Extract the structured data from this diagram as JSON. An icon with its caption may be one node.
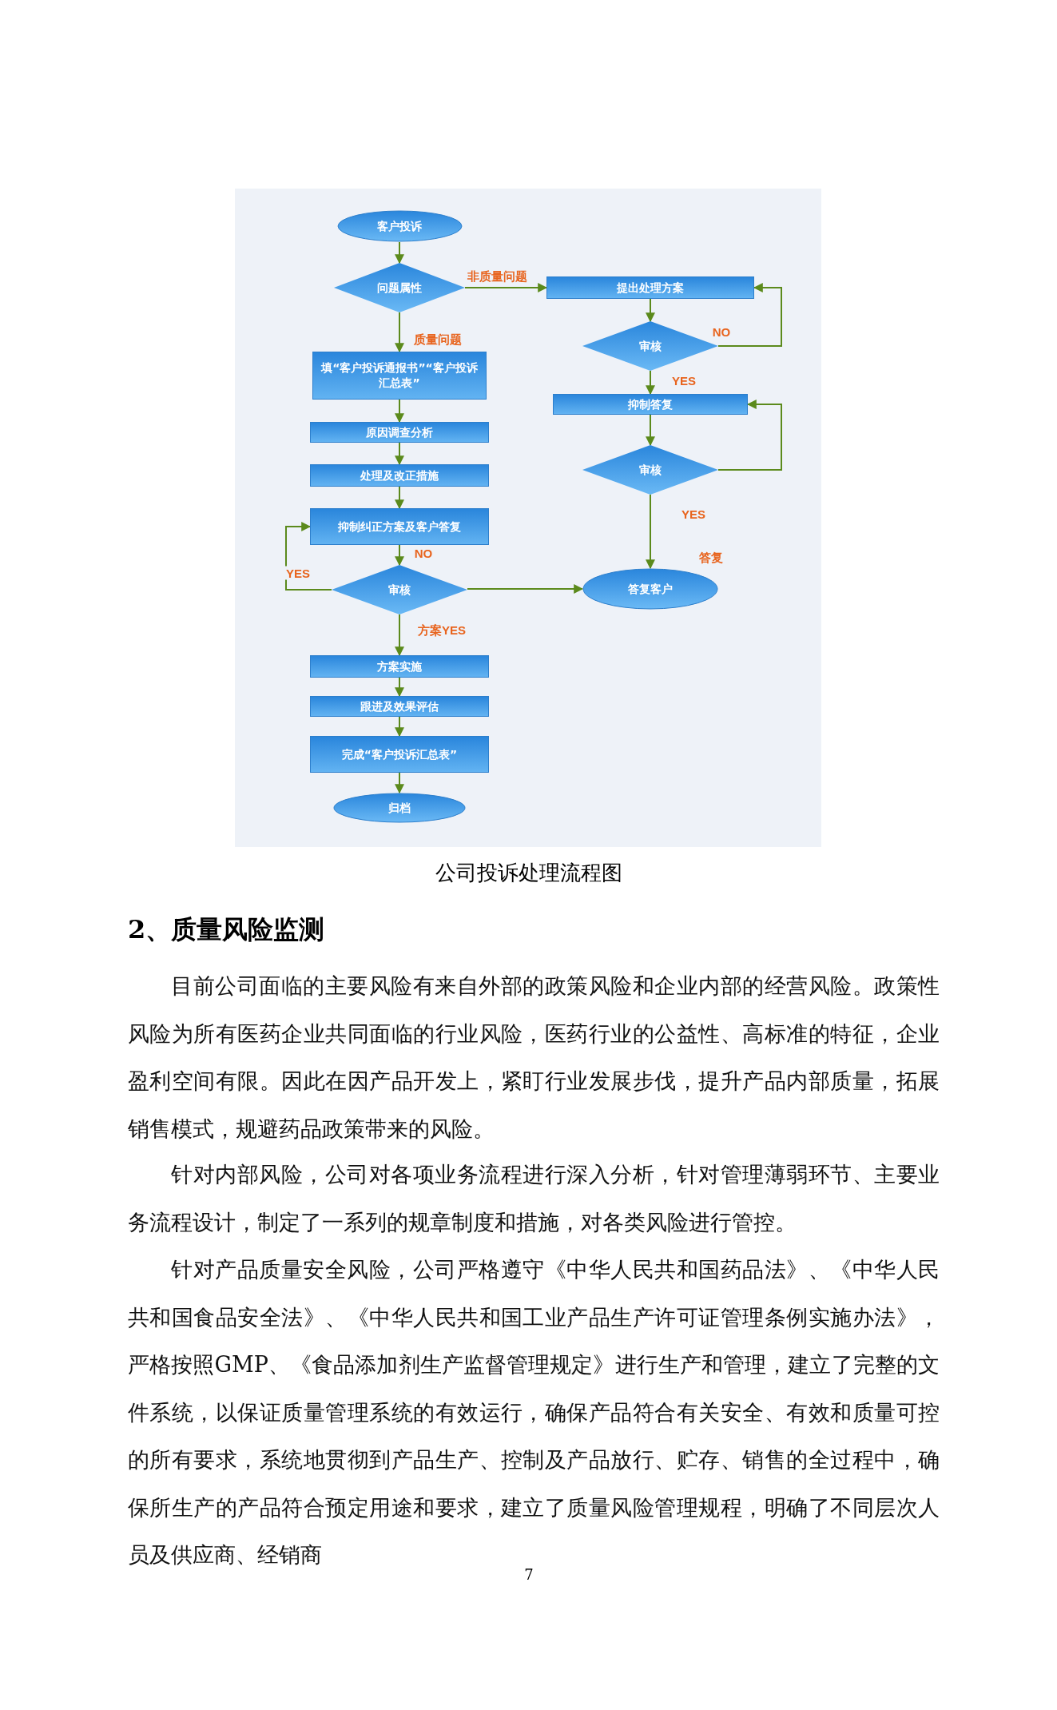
{
  "diagram": {
    "caption": "公司投诉处理流程图",
    "nodes": [
      {
        "text": [
          "客户投诉"
        ]
      },
      {
        "text": [
          "问题属性"
        ]
      },
      {
        "text": [
          "提出处理方案"
        ]
      },
      {
        "text": [
          "审核"
        ]
      },
      {
        "text": [
          "填“客户投诉通报书”“客户投诉汇总表”"
        ]
      },
      {
        "text": [
          "抑制答复"
        ]
      },
      {
        "text": [
          "原因调查分析"
        ]
      },
      {
        "text": [
          "审核"
        ]
      },
      {
        "text": [
          "处理及改正措施"
        ]
      },
      {
        "text": [
          "抑制纠正方案及客户答复"
        ]
      },
      {
        "text": [
          "审核"
        ]
      },
      {
        "text": [
          "答复客户"
        ]
      },
      {
        "text": [
          "方案实施"
        ]
      },
      {
        "text": [
          "跟进及效果评估"
        ]
      },
      {
        "text": [
          "完成“客户投诉汇总表”"
        ]
      },
      {
        "text": [
          "归档"
        ]
      }
    ],
    "edges": [
      {
        "from": 0,
        "to": 1,
        "arrow": "to"
      },
      {
        "from": 1,
        "to": 2,
        "arrow": "to",
        "label": "非质量问题"
      },
      {
        "from": 1,
        "to": 4,
        "arrow": "to",
        "label": "质量问题"
      },
      {
        "from": 2,
        "to": 3,
        "arrow": "to"
      },
      {
        "from": 3,
        "to": 2,
        "arrow": "to",
        "label": "NO"
      },
      {
        "from": 3,
        "to": 5,
        "arrow": "to",
        "label": "YES"
      },
      {
        "from": 5,
        "to": 7,
        "arrow": "to"
      },
      {
        "from": 7,
        "to": 5,
        "arrow": "to"
      },
      {
        "from": 7,
        "to": 11,
        "arrow": "to",
        "label": "YES"
      },
      {
        "from": 4,
        "to": 6,
        "arrow": "to"
      },
      {
        "from": 6,
        "to": 8,
        "arrow": "to"
      },
      {
        "from": 8,
        "to": 9,
        "arrow": "to"
      },
      {
        "from": 9,
        "to": 10,
        "arrow": "to",
        "label": "NO"
      },
      {
        "from": 10,
        "to": 9,
        "arrow": "to",
        "label": "YES"
      },
      {
        "from": 10,
        "to": 11,
        "arrow": "to"
      },
      {
        "from": 10,
        "to": 12,
        "arrow": "to",
        "label": "方案YES"
      },
      {
        "from": 12,
        "to": 13,
        "arrow": "to"
      },
      {
        "from": 13,
        "to": 14,
        "arrow": "to"
      },
      {
        "from": 14,
        "to": 15,
        "arrow": "to"
      }
    ],
    "labels": [
      "答复",
      "2、质量风险监测",
      "目前公司面临的主要风险有来自外部的政策风险和企业内部的经营风险。政策性风险为所有医药企业共同面临的行业风险，医药行业的公益性、高标准的特征，企业盈利空间有限。因此在因产品开发上，紧盯行业发展步伐，提升产品内部质量，拓展销售模式，规避药品政策带来的风险。",
      "针对内部风险，公司对各项业务流程进行深入分析，针对管理薄弱环节、主要业务流程设计，制定了一系列的规章制度和措施，对各类风险进行管控。",
      "针对产品质量安全风险，公司严格遵守《中华人民共和国药品法》、《中华人民共和国食品安全法》、《中华人民共和国工业产品生产许可证管理条例实施办法》，严格按照GMP、《食品添加剂生产监督管理规定》进行生产和管理，建立了完整的文件系统，以保证质量管理系统的有效运行，确保产品符合有关安全、有效和质量可控的所有要求，系统地贯彻到产品生产、控制及产品放行、贮存、销售的全过程中，确保所生产的产品符合预定用途和要求，建立了质量风险管理规程，明确了不同层次人员及供应商、经销商",
      "7"
    ]
  }
}
